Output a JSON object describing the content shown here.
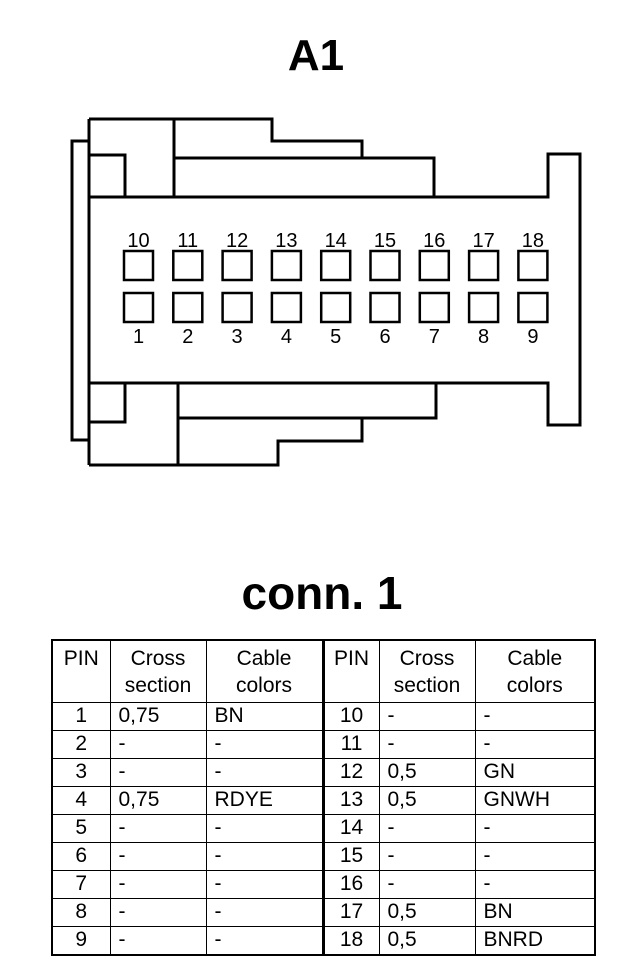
{
  "connector": {
    "title": "A1",
    "top_pins": [
      "10",
      "11",
      "12",
      "13",
      "14",
      "15",
      "16",
      "17",
      "18"
    ],
    "bottom_pins": [
      "1",
      "2",
      "3",
      "4",
      "5",
      "6",
      "7",
      "8",
      "9"
    ]
  },
  "table": {
    "title": "conn. 1",
    "headers": {
      "pin": "PIN",
      "cross_1": "Cross",
      "cross_2": "section",
      "color_1": "Cable",
      "color_2": "colors"
    },
    "rows": [
      {
        "left": {
          "pin": "1",
          "cs": "0,75",
          "color": "BN"
        },
        "right": {
          "pin": "10",
          "cs": "-",
          "color": "-"
        }
      },
      {
        "left": {
          "pin": "2",
          "cs": "-",
          "color": "-"
        },
        "right": {
          "pin": "11",
          "cs": "-",
          "color": "-"
        }
      },
      {
        "left": {
          "pin": "3",
          "cs": "-",
          "color": "-"
        },
        "right": {
          "pin": "12",
          "cs": "0,5",
          "color": "GN"
        }
      },
      {
        "left": {
          "pin": "4",
          "cs": "0,75",
          "color": "RDYE"
        },
        "right": {
          "pin": "13",
          "cs": "0,5",
          "color": "GNWH"
        }
      },
      {
        "left": {
          "pin": "5",
          "cs": "-",
          "color": "-"
        },
        "right": {
          "pin": "14",
          "cs": "-",
          "color": "-"
        }
      },
      {
        "left": {
          "pin": "6",
          "cs": "-",
          "color": "-"
        },
        "right": {
          "pin": "15",
          "cs": "-",
          "color": "-"
        }
      },
      {
        "left": {
          "pin": "7",
          "cs": "-",
          "color": "-"
        },
        "right": {
          "pin": "16",
          "cs": "-",
          "color": "-"
        }
      },
      {
        "left": {
          "pin": "8",
          "cs": "-",
          "color": "-"
        },
        "right": {
          "pin": "17",
          "cs": "0,5",
          "color": "BN"
        }
      },
      {
        "left": {
          "pin": "9",
          "cs": "-",
          "color": "-"
        },
        "right": {
          "pin": "18",
          "cs": "0,5",
          "color": "BNRD"
        }
      }
    ]
  }
}
